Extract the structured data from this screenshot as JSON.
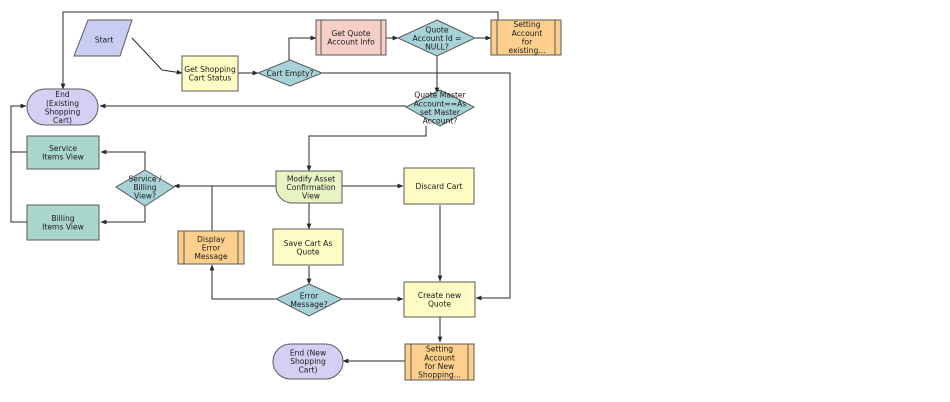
{
  "nodes": {
    "start": {
      "lines": [
        "Start"
      ]
    },
    "get_cart_status": {
      "lines": [
        "Get Shopping",
        "Cart Status"
      ]
    },
    "cart_empty": {
      "lines": [
        "Cart Empty?"
      ]
    },
    "get_quote_account": {
      "lines": [
        "Get Quote",
        "Account Info"
      ]
    },
    "quote_account_null": {
      "lines": [
        "Quote",
        "Account Id =",
        "NULL?"
      ]
    },
    "setting_account_existing": {
      "lines": [
        "Setting",
        "Account",
        "for",
        "existing..."
      ]
    },
    "end_existing": {
      "lines": [
        "End",
        "(Existing",
        "Shopping",
        "Cart)"
      ]
    },
    "quote_master_account": {
      "lines": [
        "Quote Master",
        "Account==As",
        "set Master",
        "Account?"
      ]
    },
    "service_items_view": {
      "lines": [
        "Service",
        "Items View"
      ]
    },
    "billing_items_view": {
      "lines": [
        "Billing",
        "Items View"
      ]
    },
    "service_billing_view": {
      "lines": [
        "Service /",
        "Billing",
        "View?"
      ]
    },
    "modify_asset": {
      "lines": [
        "Modify Asset",
        "Confirmation",
        "View"
      ]
    },
    "discard_cart": {
      "lines": [
        "Discard Cart"
      ]
    },
    "display_error": {
      "lines": [
        "Display",
        "Error",
        "Message"
      ]
    },
    "save_cart_quote": {
      "lines": [
        "Save Cart As",
        "Quote"
      ]
    },
    "error_message": {
      "lines": [
        "Error",
        "Message?"
      ]
    },
    "create_new_quote": {
      "lines": [
        "Create new",
        "Quote"
      ]
    },
    "end_new": {
      "lines": [
        "End (New",
        "Shopping",
        "Cart)"
      ]
    },
    "setting_account_new": {
      "lines": [
        "Setting",
        "Account",
        "for New",
        "Shopping..."
      ]
    }
  },
  "colors": {
    "parallelogram": "#c9cdf2",
    "process": "#fffbc4",
    "decision": "#a6d2d8",
    "subprocess_red": "#f6cfc8",
    "subprocess_orange": "#fcd08c",
    "terminator": "#d4d0f4",
    "view": "#a9d6cd",
    "modify": "#e6f4c2",
    "stroke": "#5a5a5a",
    "line": "#2a2a2a"
  }
}
